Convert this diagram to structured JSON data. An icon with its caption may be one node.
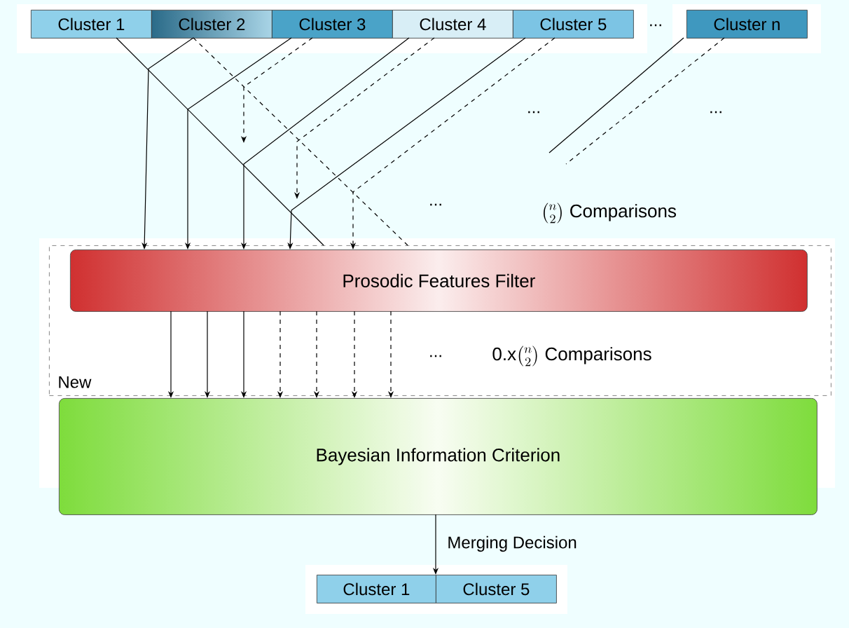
{
  "diagram": {
    "nodes": [
      {
        "text": [
          "Cluster 1"
        ]
      },
      {
        "text": [
          "Cluster 2"
        ]
      },
      {
        "text": [
          "Cluster 3"
        ]
      },
      {
        "text": [
          "Cluster 4"
        ]
      },
      {
        "text": [
          "Cluster 5"
        ]
      },
      {
        "text": [
          "Cluster n"
        ]
      },
      {
        "text": [
          "New"
        ]
      },
      {
        "text": [
          "Prosodic Features Filter"
        ],
        "in": 6
      },
      {
        "text": [
          "Bayesian Information Criterion"
        ]
      },
      {
        "text": [
          "Cluster 1"
        ]
      },
      {
        "text": [
          "Cluster 5"
        ]
      }
    ],
    "edges": [
      {
        "from": 0,
        "to": 6,
        "arrow": "none"
      },
      {
        "from": 1,
        "to": 7,
        "arrow": "to"
      },
      {
        "from": 2,
        "to": 7,
        "arrow": "to"
      },
      {
        "from": 3,
        "to": 7,
        "arrow": "to"
      },
      {
        "from": 4,
        "to": 7,
        "arrow": "to"
      },
      {
        "from": 1,
        "to": 6,
        "arrow": "none",
        "style": "dashed"
      },
      {
        "from": 2,
        "to": null,
        "arrow": "to",
        "style": "dashed"
      },
      {
        "from": 3,
        "to": null,
        "arrow": "to",
        "style": "dashed"
      },
      {
        "from": 4,
        "to": 7,
        "arrow": "to",
        "style": "dashed"
      },
      {
        "from": 5,
        "to": null,
        "arrow": "none"
      },
      {
        "from": 5,
        "to": null,
        "arrow": "none",
        "style": "dashed"
      },
      {
        "from": 7,
        "to": 8,
        "arrow": "to"
      },
      {
        "from": 7,
        "to": 8,
        "arrow": "to"
      },
      {
        "from": 7,
        "to": 8,
        "arrow": "to"
      },
      {
        "from": 7,
        "to": 8,
        "arrow": "to",
        "style": "dashed"
      },
      {
        "from": 7,
        "to": 8,
        "arrow": "to",
        "style": "dashed"
      },
      {
        "from": 7,
        "to": 8,
        "arrow": "to",
        "style": "dashed"
      },
      {
        "from": 7,
        "to": 8,
        "arrow": "to",
        "style": "dashed"
      },
      {
        "from": 8,
        "to": 9,
        "arrow": "to",
        "label": "Merging Decision"
      }
    ],
    "labels": [
      "...",
      "...",
      "...",
      "...",
      "\\binom{n}{2}\\ \\text{Comparisons}",
      "...",
      "\\text{0.x}\\binom{n}{2}\\ \\text{Comparisons}"
    ]
  }
}
